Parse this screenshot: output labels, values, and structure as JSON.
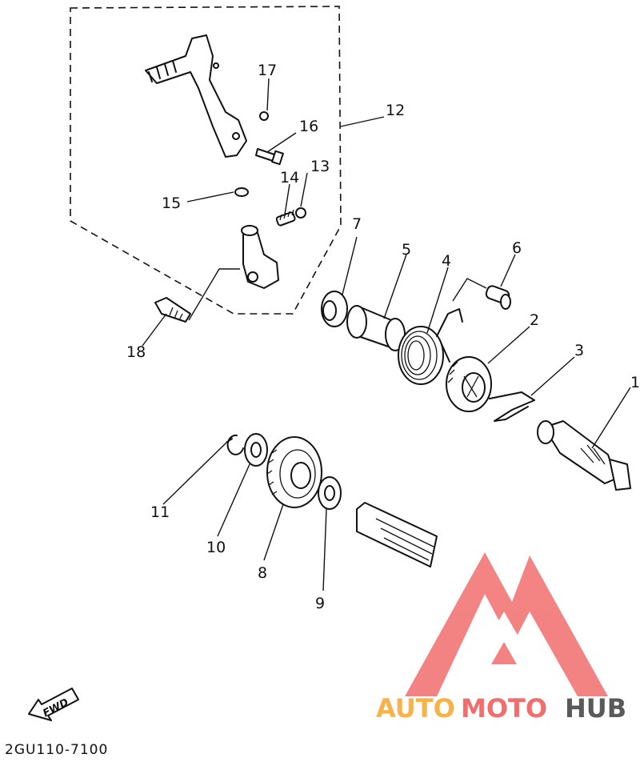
{
  "callouts": {
    "c1": "1",
    "c2": "2",
    "c3": "3",
    "c4": "4",
    "c5": "5",
    "c6": "6",
    "c7": "7",
    "c8": "8",
    "c9": "9",
    "c10": "10",
    "c11": "11",
    "c12": "12",
    "c13": "13",
    "c14": "14",
    "c15": "15",
    "c16": "16",
    "c17": "17",
    "c18": "18"
  },
  "direction_label": "FWD",
  "diagram_code": "2GU110-7100",
  "watermark": {
    "part1": "AUTO",
    "part2": "MOTO",
    "part3": "HUB",
    "colors": {
      "logo": "#f26d6d",
      "auto": "#f7b24a",
      "moto": "#f26d6d",
      "hub": "#5a5a5a"
    }
  }
}
